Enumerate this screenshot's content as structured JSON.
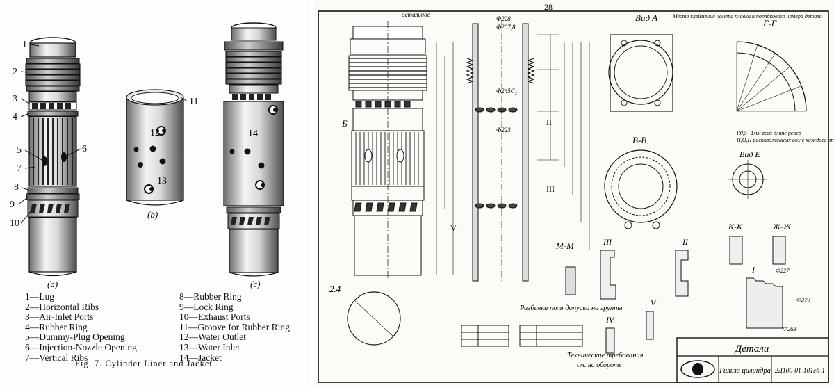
{
  "figure": {
    "callouts": [
      "1",
      "2",
      "3",
      "4",
      "5",
      "6",
      "7",
      "8",
      "9",
      "10",
      "11",
      "12",
      "13",
      "14"
    ],
    "sub_labels": {
      "a": "(a)",
      "b": "(b)",
      "c": "(c)"
    },
    "legend_left": [
      "1—Lug",
      "2—Horizontal Ribs",
      "3—Air-Inlet Ports",
      "4—Rubber Ring",
      "5—Dummy-Plug Opening",
      "6—Injection-Nozzle Opening",
      "7—Vertical Ribs"
    ],
    "legend_right": [
      "8—Rubber Ring",
      "9—Lock Ring",
      "10—Exhaust Ports",
      "11—Groove for Rubber Ring",
      "12—Water Outlet",
      "13—Water Inlet",
      "14—Jacket"
    ],
    "caption": "Fig. 7.  Cylinder Liner and Jacket"
  },
  "drawing": {
    "page_number": "28",
    "views": {
      "A": "Вид А",
      "BB": "В-В",
      "GG": "Г-Г",
      "E": "Вид Е",
      "MM": "М-М",
      "KK": "К-К",
      "ZZ": "Ж-Ж"
    },
    "details": [
      "I",
      "II",
      "III",
      "IV",
      "V"
    ],
    "notes": [
      "Место клеймения номера плавки и порядкового номера детали",
      "R0,5+1мм всей длине ребер",
      "Н,О,П расположенных возле каждого отверстия Ю",
      "остальное"
    ],
    "dimensions": [
      "Ф228",
      "Ф207,8",
      "Ф245С₂",
      "Ф223",
      "Ф270",
      "Ф227",
      "Ф263",
      "2.4"
    ],
    "tolerance_title": "Разбивка поля допуска на группы",
    "tech_requirements": "Технические требования",
    "tech_see": "см. на обороте",
    "title_block": {
      "header": "Детали",
      "part_name": "Гильза цилиндра",
      "part_number": "2Д100-01-101сб-1"
    }
  }
}
